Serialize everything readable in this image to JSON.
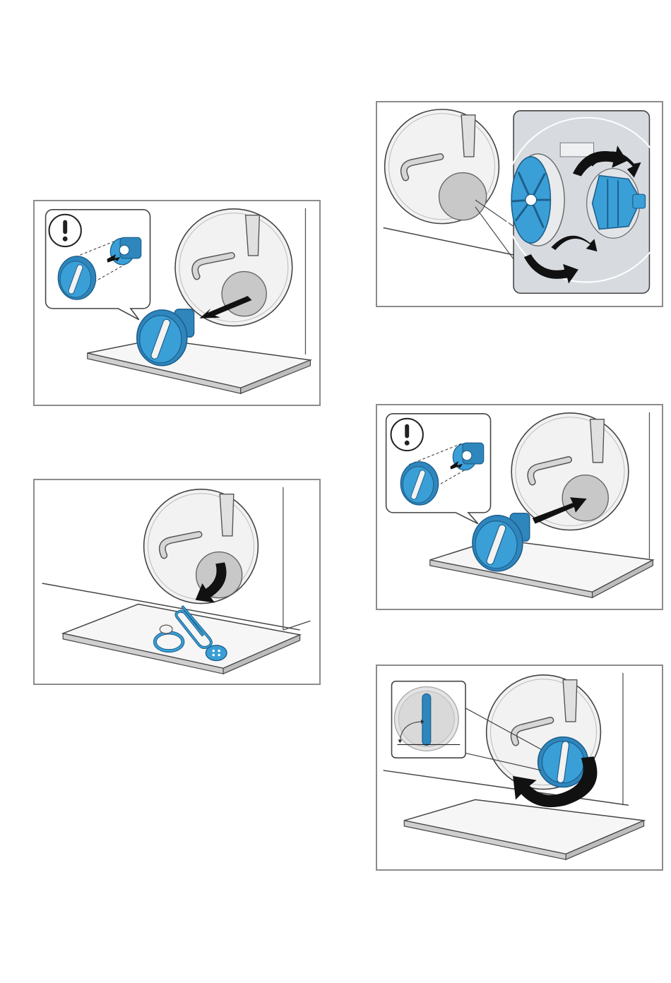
{
  "document": {
    "colors": {
      "accent_blue": "#3a9fd6",
      "accent_blue_dark": "#1d5f8c",
      "panel_border": "#8c8c8c",
      "porthole_fill": "#f1f1f1",
      "opening_grey": "#c8c8c8",
      "arrow": "#111111"
    },
    "panels": [
      {
        "step": "remove-pump-filter",
        "icons": [
          "warning-icon",
          "filter-cap-icon",
          "arrow-icon"
        ]
      },
      {
        "step": "remove-foreign-objects",
        "icons": [
          "arrow-icon",
          "paperclip-icon",
          "ring-icon",
          "button-icon"
        ]
      },
      {
        "step": "clean-impeller",
        "icons": [
          "impeller-icon",
          "rotate-arrows-icon"
        ]
      },
      {
        "step": "insert-pump-filter",
        "icons": [
          "warning-icon",
          "filter-cap-icon",
          "arrow-icon"
        ]
      },
      {
        "step": "tighten-pump-filter",
        "icons": [
          "filter-cap-icon",
          "rotate-arrow-icon",
          "alignment-detail-icon"
        ]
      }
    ]
  }
}
